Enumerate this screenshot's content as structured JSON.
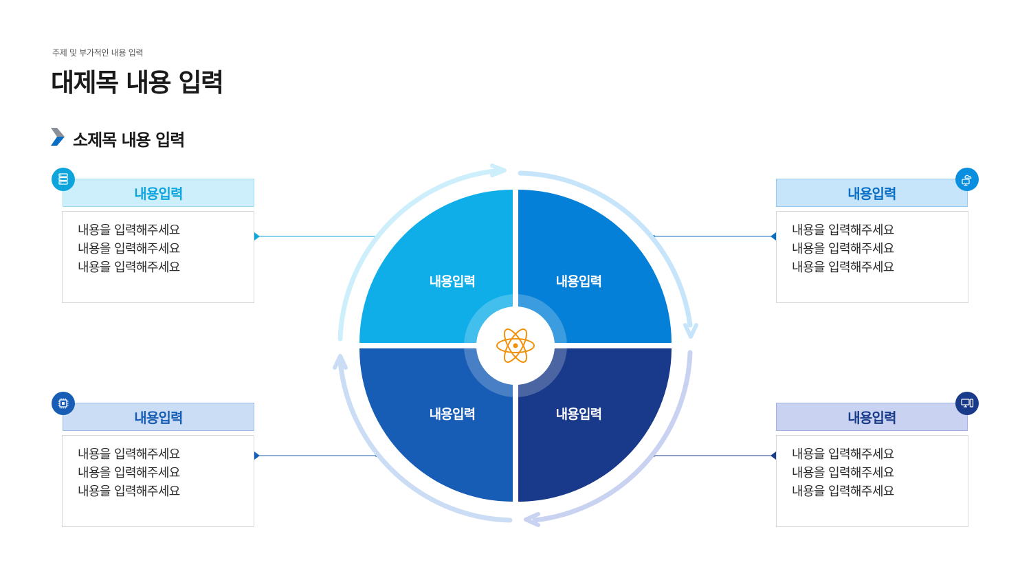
{
  "header": {
    "subtitle": "주제 및 부가적인 내용 입력",
    "title": "대제목 내용 입력"
  },
  "section": {
    "title": "소제목 내용 입력"
  },
  "cards": [
    {
      "id": "top-left",
      "heading": "내용입력",
      "icon": "server-icon",
      "lines": [
        "내용을 입력해주세요",
        "내용을 입력해주세요",
        "내용을 입력해주세요"
      ],
      "header_bg": "#cdeefb",
      "header_border": "#9fdcf3",
      "header_text": "#0ea5dd",
      "accent": "#0ea5dd"
    },
    {
      "id": "top-right",
      "heading": "내용입력",
      "icon": "cloud-monitor-icon",
      "lines": [
        "내용을 입력해주세요",
        "내용을 입력해주세요",
        "내용을 입력해주세요"
      ],
      "header_bg": "#c6e4fa",
      "header_border": "#96c9ef",
      "header_text": "#0a6fc4",
      "accent": "#0a6fc4"
    },
    {
      "id": "bottom-left",
      "heading": "내용입력",
      "icon": "chip-icon",
      "lines": [
        "내용을 입력해주세요",
        "내용을 입력해주세요",
        "내용을 입력해주세요"
      ],
      "header_bg": "#cbdcf5",
      "header_border": "#9fbce8",
      "header_text": "#175db5",
      "accent": "#175db5"
    },
    {
      "id": "bottom-right",
      "heading": "내용입력",
      "icon": "computer-icon",
      "lines": [
        "내용을 입력해주세요",
        "내용을 입력해주세요",
        "내용을 입력해주세요"
      ],
      "header_bg": "#c9d3f1",
      "header_border": "#a1b1e3",
      "header_text": "#1a3a8a",
      "accent": "#1a3a8a"
    }
  ],
  "diagram": {
    "center_icon": "atom-icon",
    "segments": [
      {
        "label": "내용입력",
        "color": "#0faee8"
      },
      {
        "label": "내용입력",
        "color": "#0580d8"
      },
      {
        "label": "내용입력",
        "color": "#175db5"
      },
      {
        "label": "내용입력",
        "color": "#193a8a"
      }
    ],
    "arrow_colors": [
      "#cdeefb",
      "#c6e4fa",
      "#cbdcf5",
      "#c9d3f1"
    ],
    "center_color": "#f0910b"
  }
}
